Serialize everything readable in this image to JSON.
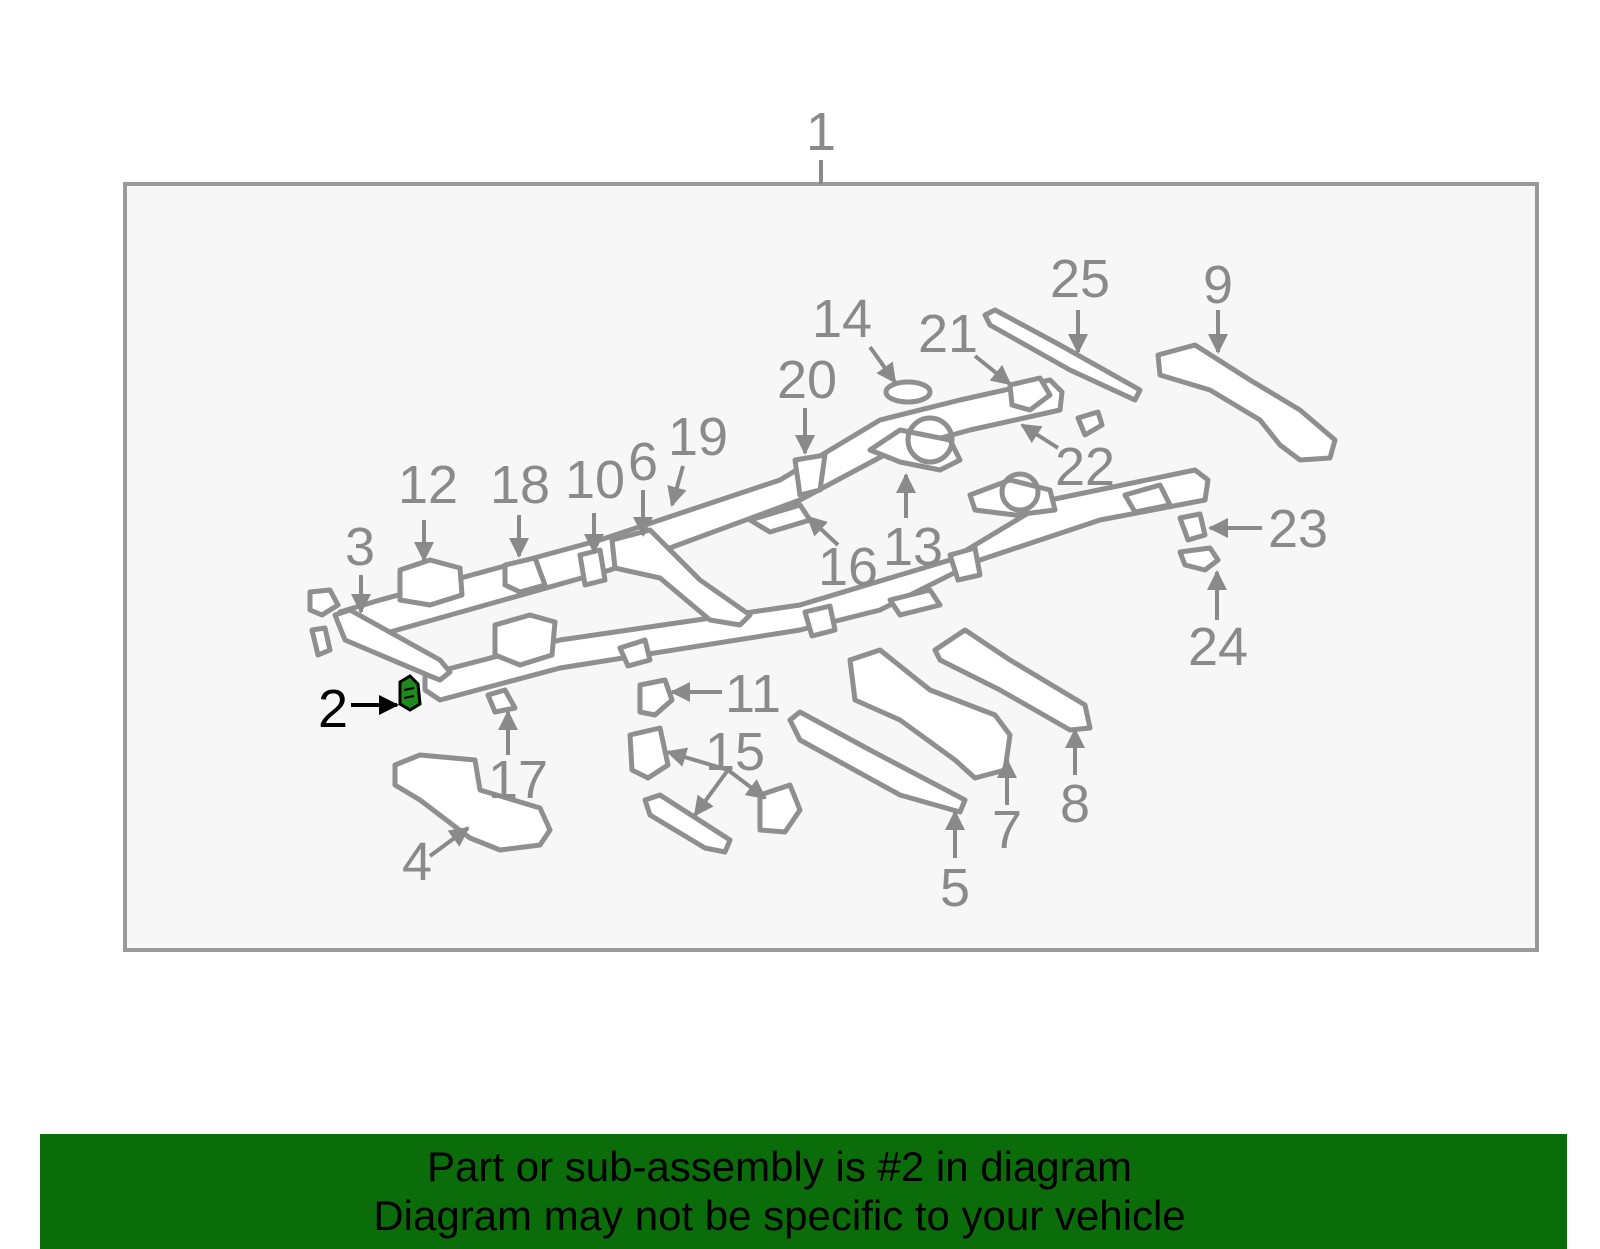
{
  "diagram": {
    "assembly_callout": "1",
    "highlighted_callout": "2",
    "callouts": [
      "3",
      "4",
      "5",
      "6",
      "7",
      "8",
      "9",
      "10",
      "11",
      "12",
      "13",
      "14",
      "15",
      "16",
      "17",
      "18",
      "19",
      "20",
      "21",
      "22",
      "23",
      "24",
      "25"
    ],
    "highlight_color": "#1e8a1e",
    "panel_color": "#f7f7f7"
  },
  "banner": {
    "line1": "Part or sub-assembly is #2 in diagram",
    "line2": "Diagram may not be specific to your vehicle",
    "background": "#0a6d0a"
  }
}
